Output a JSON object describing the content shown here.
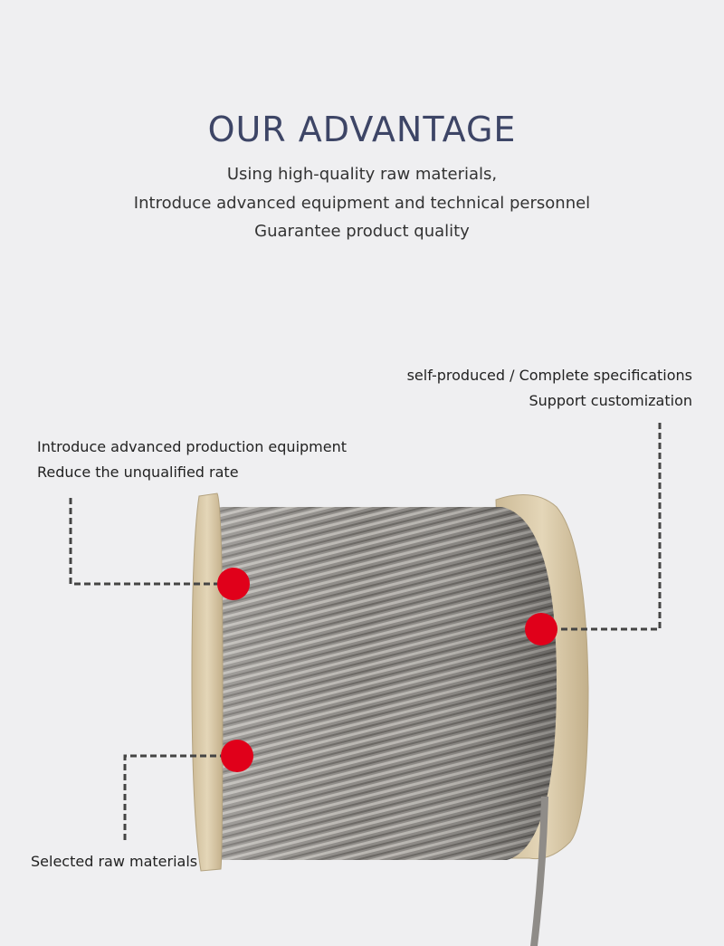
{
  "title": "OUR ADVANTAGE",
  "subtitle_lines": [
    "Using high-quality raw materials,",
    "Introduce advanced equipment and technical personnel",
    "Guarantee product quality"
  ],
  "callouts": {
    "top_right": {
      "line1": "self-produced / Complete specifications",
      "line2": "Support customization"
    },
    "left": {
      "line1": "Introduce advanced production equipment",
      "line2": "Reduce the unqualified rate"
    },
    "bottom_left": {
      "line1": "Selected raw materials"
    }
  },
  "colors": {
    "title": "#3d4566",
    "marker": "#e0001a",
    "leader_line": "#444444",
    "background": "#efeff1"
  }
}
